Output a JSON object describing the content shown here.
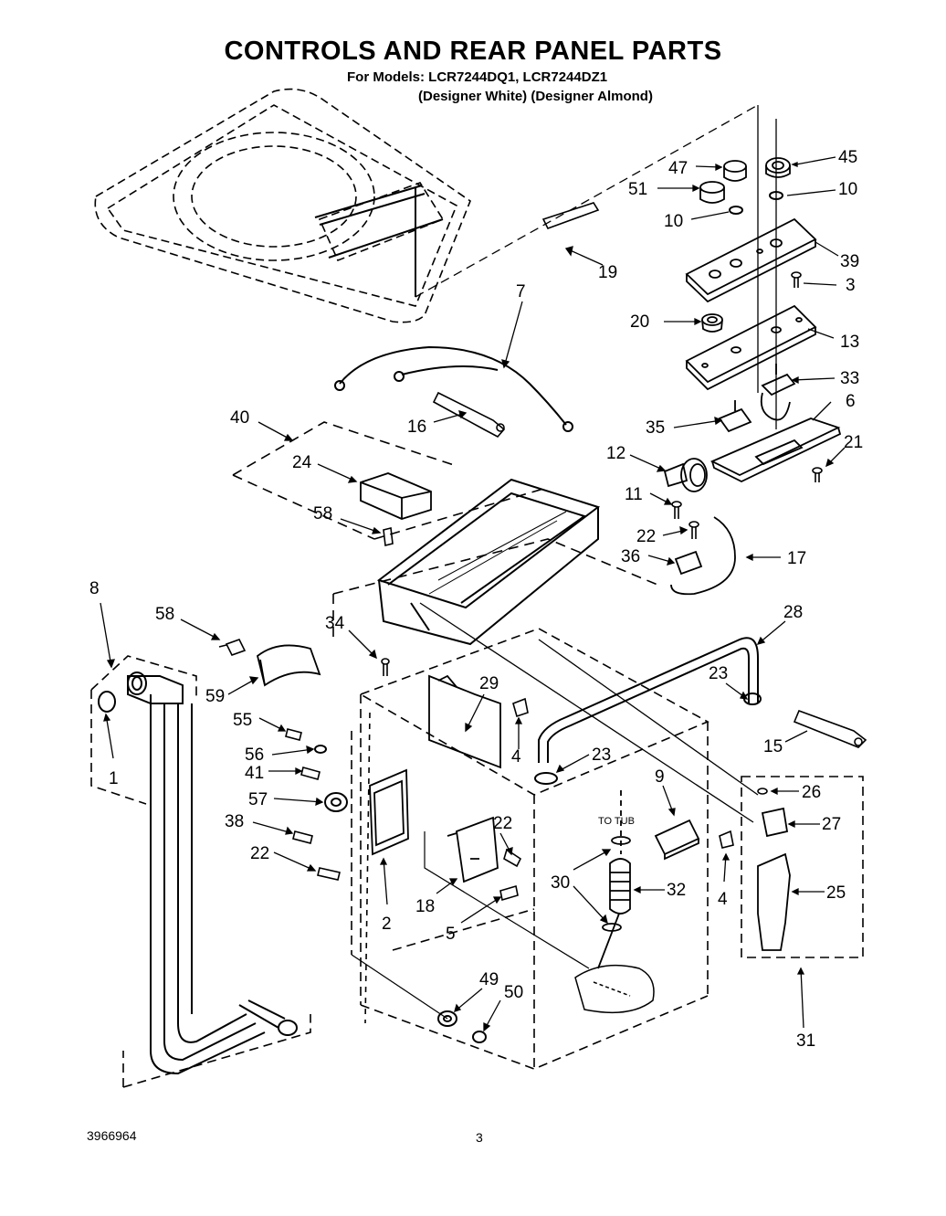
{
  "title": "CONTROLS AND REAR PANEL PARTS",
  "models_line": "For Models: LCR7244DQ1, LCR7244DZ1",
  "colors_line": "(Designer White)  (Designer Almond)",
  "document_number": "3966964",
  "page_number": "3",
  "annotation_to_tub": "TO TUB",
  "callouts": [
    "45",
    "47",
    "10",
    "51",
    "10",
    "39",
    "19",
    "3",
    "20",
    "13",
    "7",
    "33",
    "6",
    "40",
    "16",
    "35",
    "12",
    "21",
    "24",
    "11",
    "58",
    "22",
    "36",
    "17",
    "8",
    "58",
    "34",
    "28",
    "29",
    "23",
    "59",
    "55",
    "4",
    "15",
    "56",
    "23",
    "1",
    "41",
    "26",
    "9",
    "57",
    "27",
    "22",
    "38",
    "30",
    "32",
    "4",
    "25",
    "22",
    "18",
    "2",
    "5",
    "49",
    "50",
    "31"
  ]
}
